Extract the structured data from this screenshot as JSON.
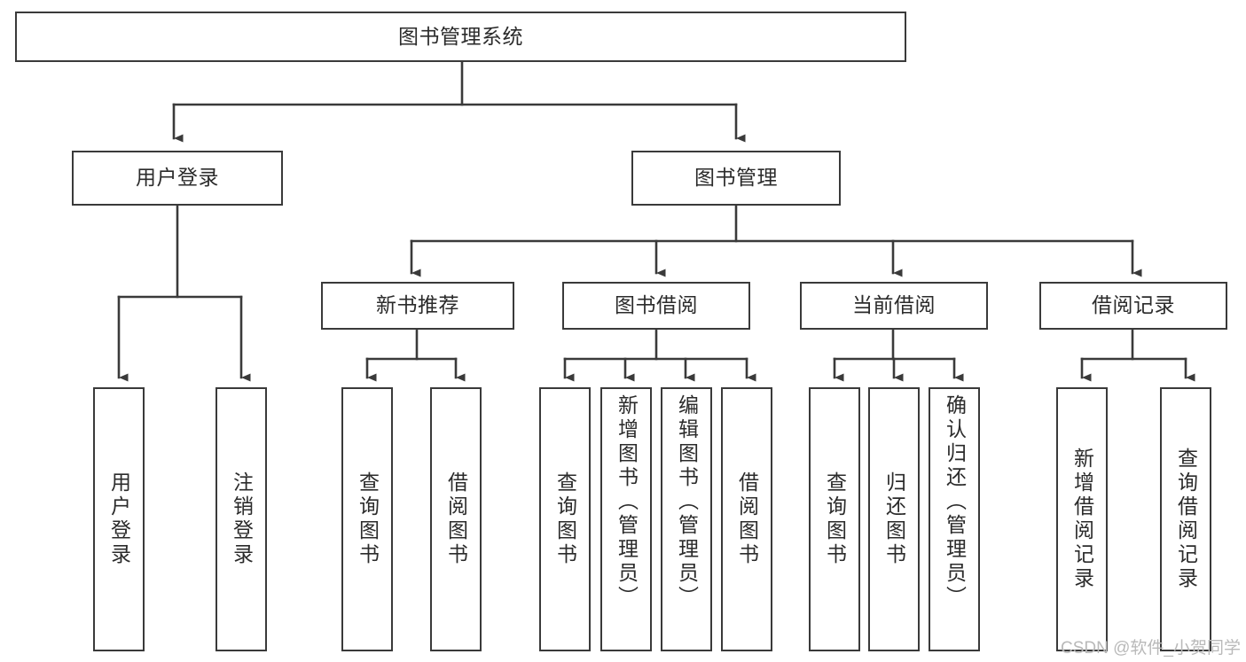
{
  "diagram": {
    "title": "图书管理系统",
    "type": "hierarchy-tree",
    "root": {
      "label": "图书管理系统",
      "orientation": "horizontal"
    },
    "level1": [
      {
        "label": "用户登录",
        "orientation": "horizontal"
      },
      {
        "label": "图书管理",
        "orientation": "horizontal"
      }
    ],
    "level2": [
      {
        "label": "新书推荐",
        "orientation": "horizontal"
      },
      {
        "label": "图书借阅",
        "orientation": "horizontal"
      },
      {
        "label": "当前借阅",
        "orientation": "horizontal"
      },
      {
        "label": "借阅记录",
        "orientation": "horizontal"
      }
    ],
    "leaves": {
      "user_login": [
        {
          "label": "用户登录",
          "orientation": "vertical"
        },
        {
          "label": "注销登录",
          "orientation": "vertical"
        }
      ],
      "new_book_recommend": [
        {
          "label": "查询图书",
          "orientation": "vertical"
        },
        {
          "label": "借阅图书",
          "orientation": "vertical"
        }
      ],
      "book_borrow": [
        {
          "label": "查询图书",
          "orientation": "vertical"
        },
        {
          "label": "新增图书（管理员）",
          "orientation": "vertical"
        },
        {
          "label": "编辑图书（管理员）",
          "orientation": "vertical"
        },
        {
          "label": "借阅图书",
          "orientation": "vertical"
        }
      ],
      "current_borrow": [
        {
          "label": "查询图书",
          "orientation": "vertical"
        },
        {
          "label": "归还图书",
          "orientation": "vertical"
        },
        {
          "label": "确认归还（管理员）",
          "orientation": "vertical"
        }
      ],
      "borrow_record": [
        {
          "label": "新增借阅记录",
          "orientation": "vertical"
        },
        {
          "label": "查询借阅记录",
          "orientation": "vertical"
        }
      ]
    },
    "colors": {
      "stroke": "#3a3a3a",
      "fill": "#ffffff",
      "text": "#2b2b2b",
      "watermark": "#b9b9b9"
    }
  },
  "watermark": {
    "text": "CSDN @软件_小贺同学"
  }
}
